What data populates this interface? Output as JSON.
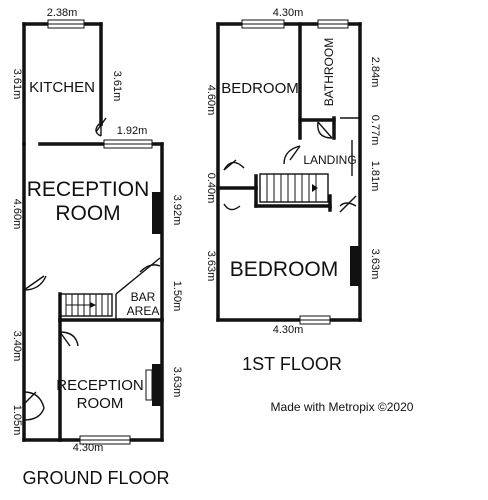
{
  "floors": {
    "ground": {
      "caption": "GROUND FLOOR",
      "rooms": {
        "kitchen": "KITCHEN",
        "reception_top_line1": "RECEPTION",
        "reception_top_line2": "ROOM",
        "bar_line1": "BAR",
        "bar_line2": "AREA",
        "reception_bottom_line1": "RECEPTION",
        "reception_bottom_line2": "ROOM"
      },
      "dimensions": {
        "kitchen_width": "2.38m",
        "kitchen_left": "3.61m",
        "kitchen_right": "3.61m",
        "step_width": "1.92m",
        "reception_left": "4.60m",
        "reception_right": "3.92m",
        "bar_right": "1.50m",
        "hall_left": "3.40m",
        "reception2_right": "3.63m",
        "porch_left": "1.05m",
        "bottom_width": "4.30m"
      }
    },
    "first": {
      "caption": "1ST FLOOR",
      "rooms": {
        "bedroom_small": "BEDROOM",
        "bathroom": "BATHROOM",
        "landing": "LANDING",
        "bedroom_large": "BEDROOM"
      },
      "dimensions": {
        "top_width": "4.30m",
        "bedroom_left": "4.60m",
        "bathroom_right": "2.84m",
        "closet_right": "0.77m",
        "landing_left": "0.40m",
        "landing_right": "1.81m",
        "bedroom2_left": "3.63m",
        "bedroom2_right": "3.63m",
        "bottom_width": "4.30m"
      }
    }
  },
  "credit": "Made with Metropix ©2020"
}
